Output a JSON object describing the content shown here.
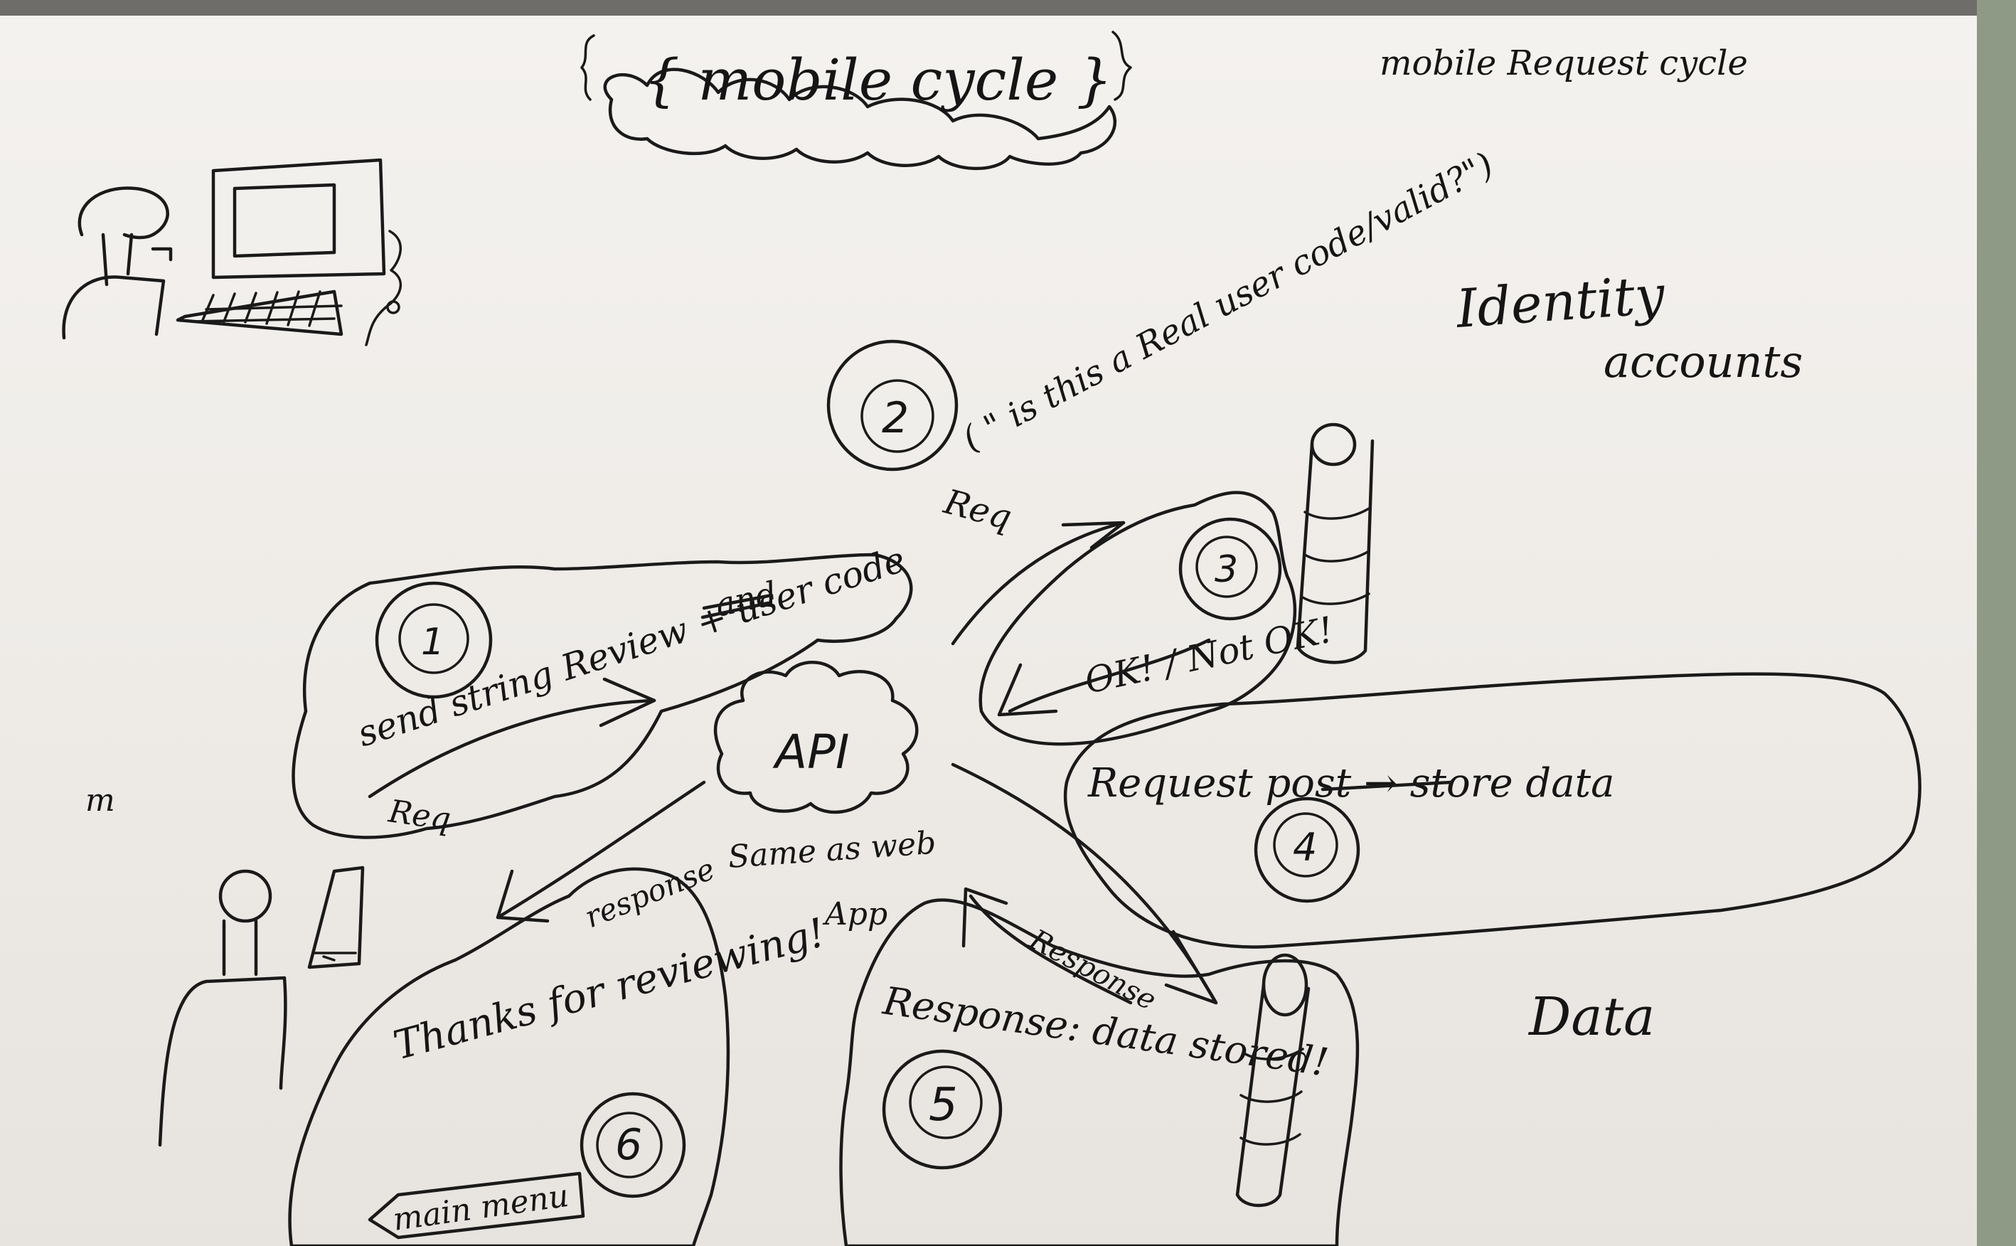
{
  "title": "{ mobile cycle }",
  "subtitle": "mobile Request cycle",
  "labels": {
    "identity_1": "Identity",
    "identity_2": "accounts",
    "data_store": "Data",
    "api": "API",
    "same_as_web_1": "Same as web",
    "same_as_web_2": "App",
    "margin_mark": "m"
  },
  "steps": [
    {
      "number": "1",
      "text": "send string Review + user code",
      "note": "Req"
    },
    {
      "number": "2",
      "text": "( \" is this a Real user code/valid?\")",
      "note": "Req"
    },
    {
      "number": "3",
      "text": "OK! / Not OK!"
    },
    {
      "number": "4",
      "text": "Request post → store data"
    },
    {
      "number": "5",
      "text": "Response: data stored!",
      "note": "Response"
    },
    {
      "number": "6",
      "text": "Thanks for reviewing!",
      "note": "response"
    }
  ],
  "strikethrough": "and",
  "button": "main menu"
}
